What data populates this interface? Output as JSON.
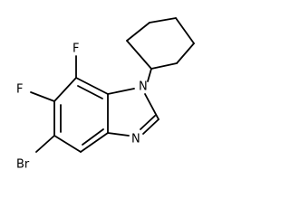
{
  "molecule": {
    "atoms": {
      "F_top": "F",
      "F_left": "F",
      "N1": "N",
      "N3": "N",
      "Br": "Br"
    }
  }
}
